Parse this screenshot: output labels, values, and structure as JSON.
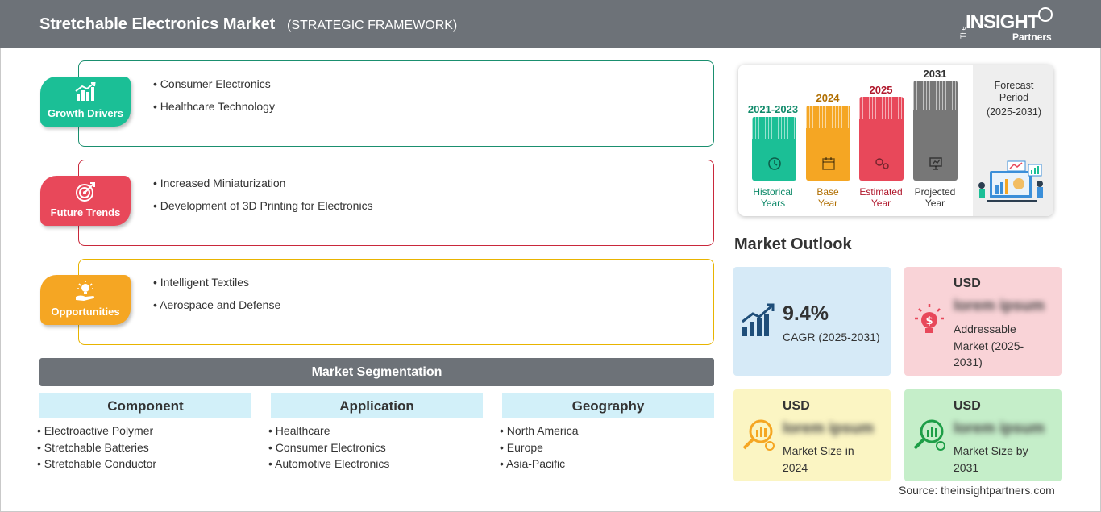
{
  "header": {
    "title": "Stretchable Electronics Market",
    "subtitle": "(STRATEGIC FRAMEWORK)",
    "logo": {
      "the": "The",
      "insight": "INSIGHT",
      "partners": "Partners"
    }
  },
  "framework": [
    {
      "label": "Growth Drivers",
      "color": "#1bbf96",
      "icon": "growth-chart-icon",
      "items": [
        "• Consumer Electronics",
        "• Healthcare Technology"
      ]
    },
    {
      "label": "Future Trends",
      "color": "#e8485a",
      "icon": "target-icon",
      "items": [
        "• Increased Miniaturization",
        "• Development of 3D Printing for Electronics"
      ]
    },
    {
      "label": "Opportunities",
      "color": "#f5a623",
      "icon": "lightbulb-hand-icon",
      "items": [
        "• Intelligent Textiles",
        "• Aerospace and Defense"
      ]
    }
  ],
  "segmentation": {
    "title": "Market Segmentation",
    "columns": [
      {
        "heading": "Component",
        "items": [
          "• Electroactive Polymer",
          "• Stretchable Batteries",
          "• Stretchable Conductor"
        ]
      },
      {
        "heading": "Application",
        "items": [
          "• Healthcare",
          "• Consumer Electronics",
          "• Automotive Electronics"
        ]
      },
      {
        "heading": "Geography",
        "items": [
          "• North America",
          "• Europe",
          "• Asia-Pacific"
        ]
      }
    ]
  },
  "timeline": {
    "bars": [
      {
        "year": "2021-2023",
        "label1": "Historical",
        "label2": "Years",
        "color": "#1bbf96",
        "text_color": "#108a6a",
        "icon": "history-clock-icon"
      },
      {
        "year": "2024",
        "label1": "Base",
        "label2": "Year",
        "color": "#f5a623",
        "text_color": "#b06e00",
        "icon": "calendar-icon"
      },
      {
        "year": "2025",
        "label1": "Estimated",
        "label2": "Year",
        "color": "#e8485a",
        "text_color": "#b0182c",
        "icon": "gears-icon"
      },
      {
        "year": "2031",
        "label1": "Projected",
        "label2": "Year",
        "color": "#777777",
        "text_color": "#333333",
        "icon": "presentation-icon"
      }
    ],
    "forecast": {
      "line1": "Forecast",
      "line2": "Period",
      "line3": "(2025-2031)"
    }
  },
  "outlook": {
    "title": "Market Outlook",
    "cagr": {
      "value": "9.4%",
      "label": "CAGR (2025-2031)",
      "color": "#d6eaf7",
      "icon": "rising-bars-icon"
    },
    "addressable": {
      "usd": "USD",
      "value": "lorem ipsum",
      "desc": "Addressable Market (2025-2031)",
      "color": "#f9d3d7",
      "icon": "dollar-bulb-icon"
    },
    "size2024": {
      "usd": "USD",
      "value": "lorem ipsum",
      "desc": "Market Size in 2024",
      "color": "#fbf5c3",
      "icon": "magnifier-chart-icon"
    },
    "size2031": {
      "usd": "USD",
      "value": "lorem ipsum",
      "desc": "Market Size by 2031",
      "color": "#c5eec9",
      "icon": "magnifier-dollar-icon"
    }
  },
  "source": "Source: theinsightpartners.com"
}
